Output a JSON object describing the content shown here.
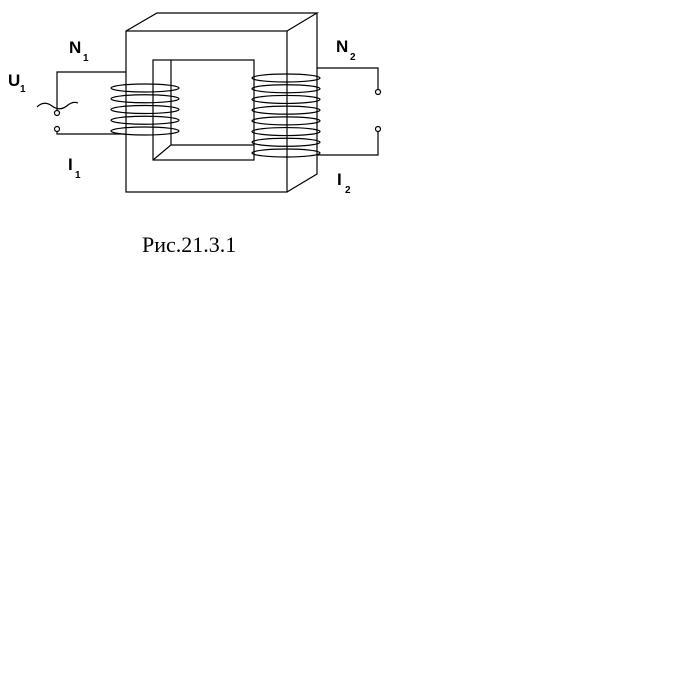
{
  "labels": {
    "u1": {
      "base": "U",
      "sub": "1"
    },
    "n1": {
      "base": "N",
      "sub": "1"
    },
    "i1": {
      "base": "I",
      "sub": "1"
    },
    "n2": {
      "base": "N",
      "sub": "2"
    },
    "i2": {
      "base": "I",
      "sub": "2"
    }
  },
  "caption": "Рис.21.3.1",
  "primary_turns": 5,
  "secondary_turns": 8
}
